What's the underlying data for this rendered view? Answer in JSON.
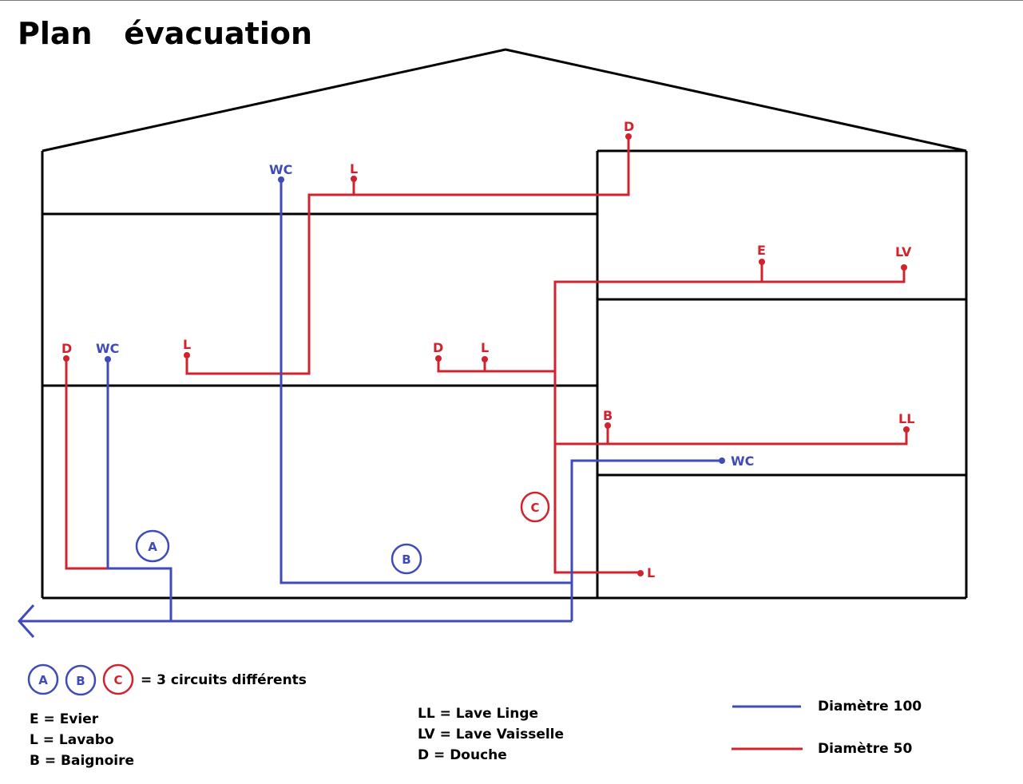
{
  "title": "Plan   évacuation",
  "colors": {
    "diam100": "#3f4bb8",
    "diam50": "#d0232d",
    "wall": "#000000"
  },
  "fixtures": {
    "top_wc": "WC",
    "top_l": "L",
    "top_d": "D",
    "e": "E",
    "lv": "LV",
    "mid_left_d": "D",
    "mid_left_wc": "WC",
    "mid_l": "L",
    "mid_center_d": "D",
    "mid_center_l": "L",
    "right_b": "B",
    "right_ll": "LL",
    "right_wc": "WC",
    "bottom_l": "L"
  },
  "circuits": {
    "a": "A",
    "b": "B",
    "c": "C"
  },
  "legend": {
    "circuits_text": "= 3 circuits différents",
    "abbreviations_left": [
      "E = Evier",
      "L = Lavabo",
      "B = Baignoire"
    ],
    "abbreviations_right": [
      "LL = Lave Linge",
      "LV = Lave Vaisselle",
      "D = Douche"
    ],
    "diameters": [
      {
        "label": "Diamètre 100",
        "color": "#3f4bb8"
      },
      {
        "label": "Diamètre 50",
        "color": "#d0232d"
      }
    ]
  }
}
